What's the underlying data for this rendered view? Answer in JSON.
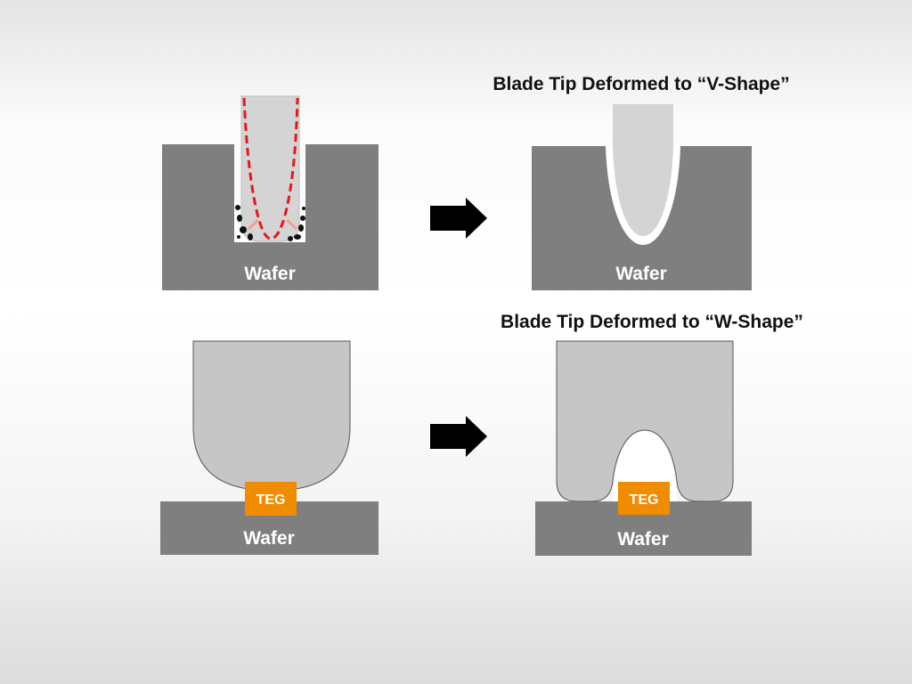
{
  "panels": {
    "top_left": {
      "wafer_label": "Wafer"
    },
    "top_right": {
      "title": "Blade Tip Deformed to “V-Shape”",
      "wafer_label": "Wafer"
    },
    "bottom_left": {
      "teg_label": "TEG",
      "wafer_label": "Wafer"
    },
    "bottom_right": {
      "title": "Blade Tip Deformed to “W-Shape”",
      "teg_label": "TEG",
      "wafer_label": "Wafer"
    }
  },
  "edge_fragment": "EG",
  "colors": {
    "wafer": "#7f7f7f",
    "blade": "#d4d4d4",
    "teg": "#f08c00",
    "dash": "#e8161a"
  }
}
